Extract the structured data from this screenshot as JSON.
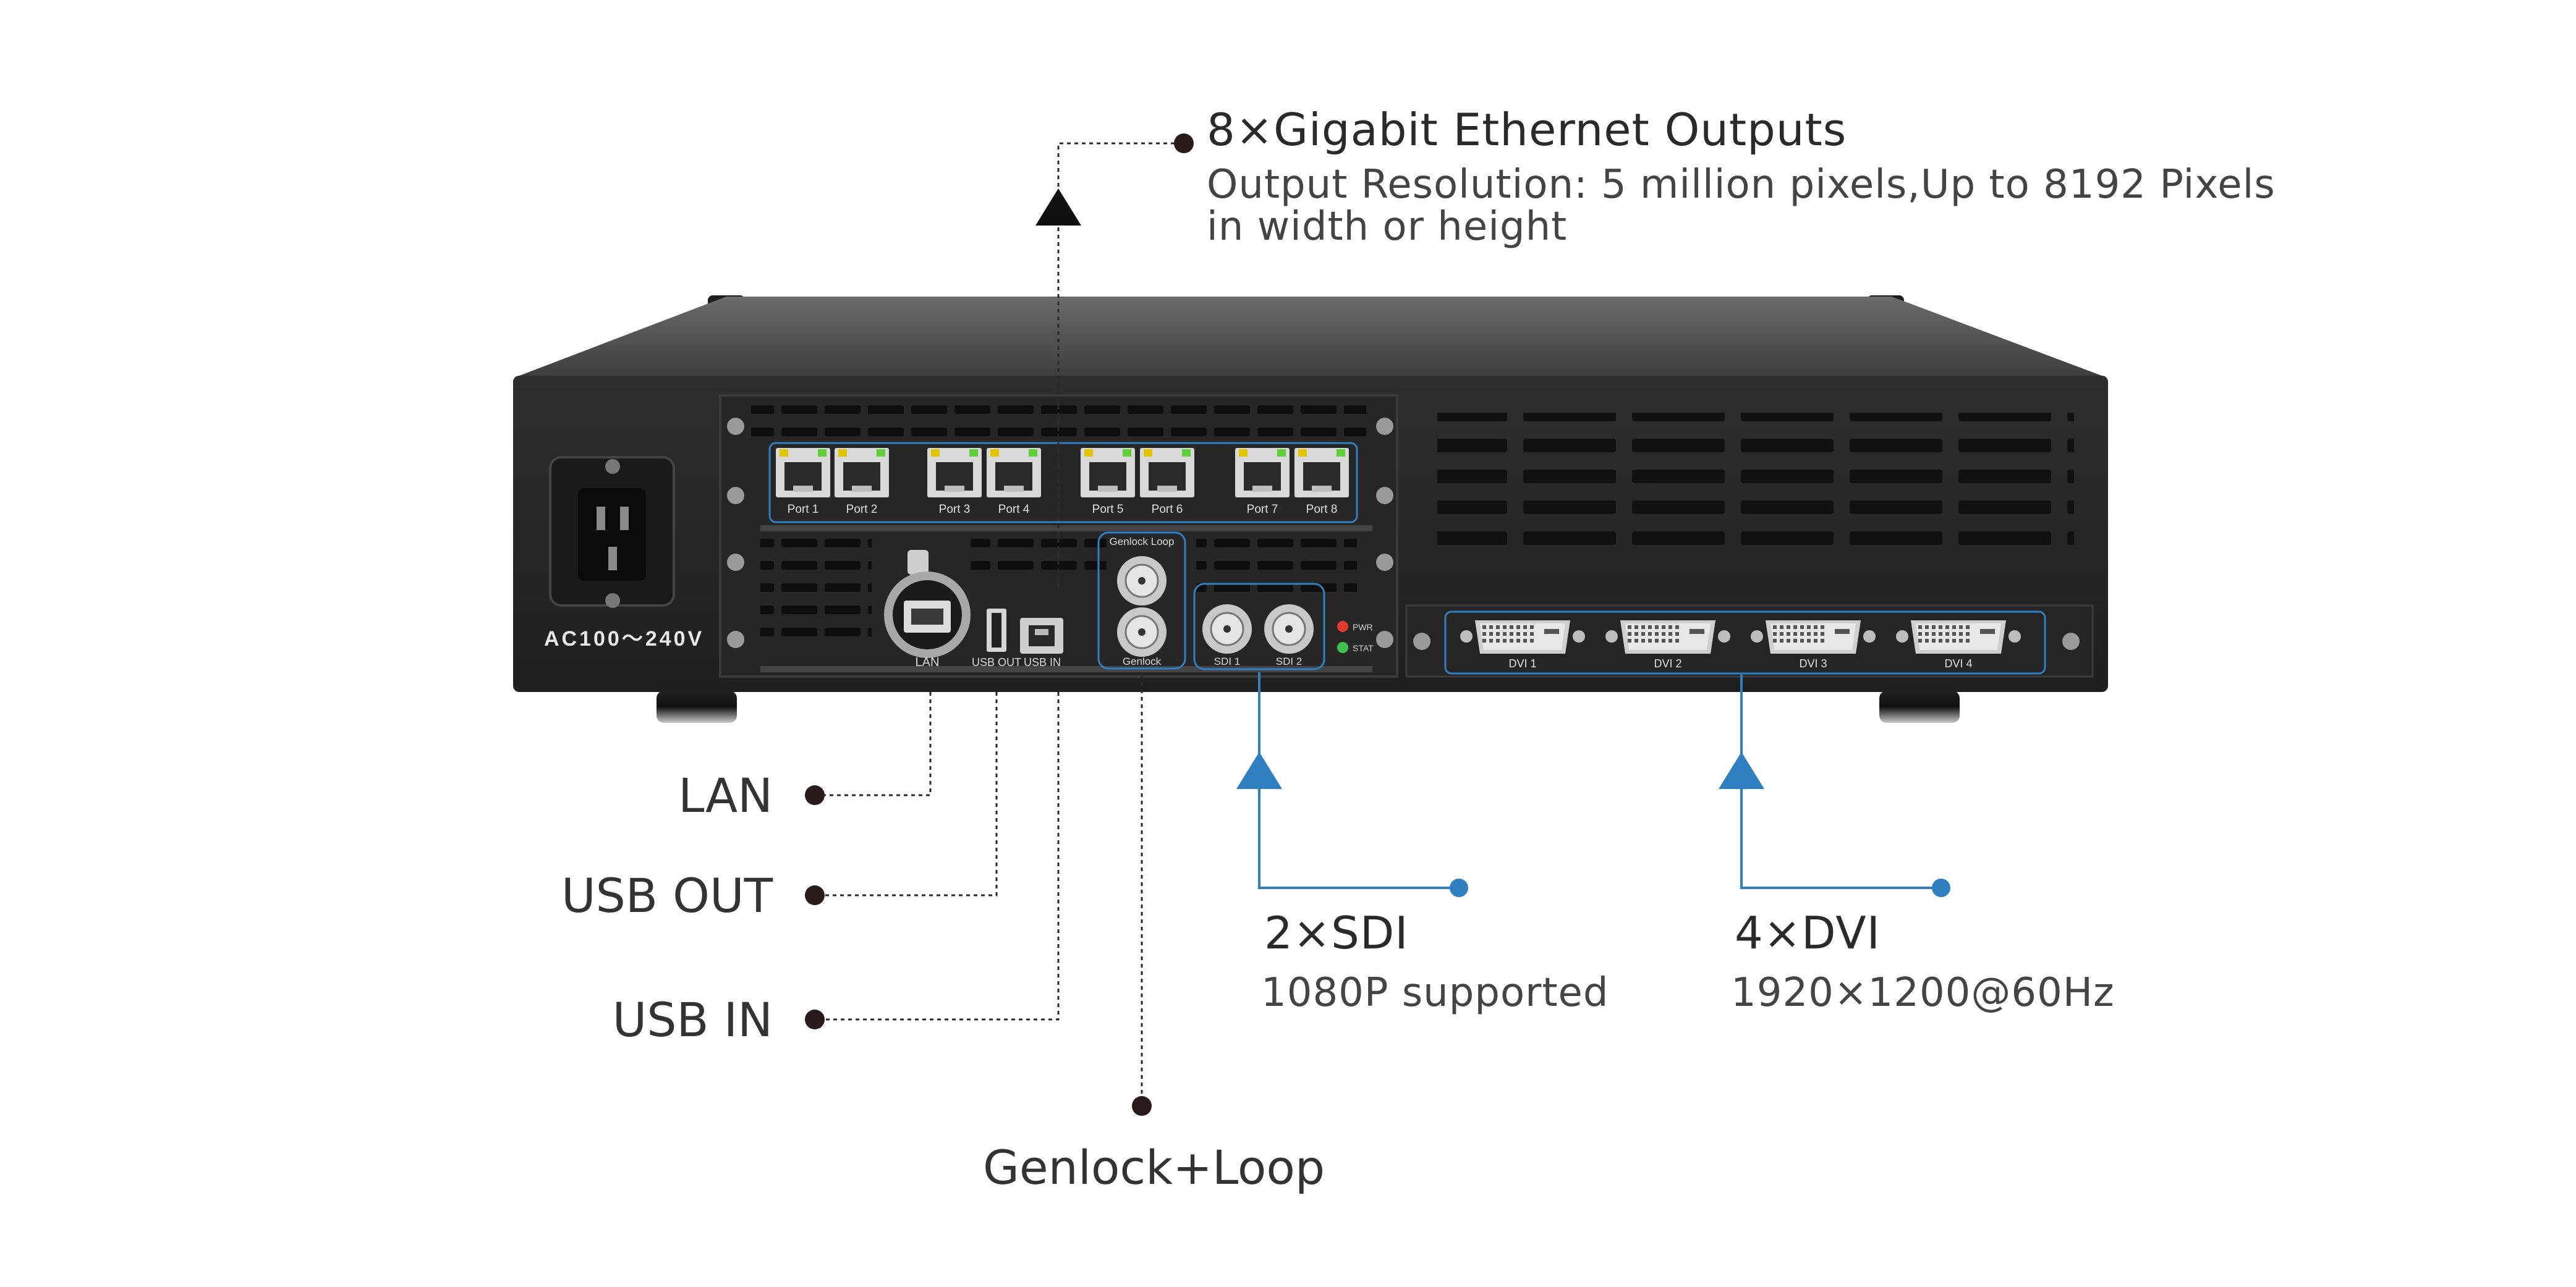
{
  "callouts": {
    "ethernet": {
      "title": "8×Gigabit Ethernet Outputs",
      "line1": "Output Resolution: 5 million pixels,Up to 8192 Pixels",
      "line2": "in width or height"
    },
    "lan": "LAN",
    "usb_out": "USB OUT",
    "usb_in": "USB IN",
    "genlock": "Genlock+Loop",
    "sdi": {
      "title": "2×SDI",
      "sub": "1080P supported"
    },
    "dvi": {
      "title": "4×DVI",
      "sub": "1920×1200@60Hz"
    }
  },
  "device": {
    "power_label": "AC100～240V",
    "ports": [
      "Port 1",
      "Port 2",
      "Port 3",
      "Port 4",
      "Port 5",
      "Port 6",
      "Port 7",
      "Port 8"
    ],
    "lan_label": "LAN",
    "usb_out_label": "USB OUT",
    "usb_in_label": "USB IN",
    "genlock_loop_label": "Genlock Loop",
    "genlock_label": "Genlock",
    "sdi_labels": [
      "SDI 1",
      "SDI 2"
    ],
    "led_labels": [
      "PWR",
      "STAT"
    ],
    "dvi_labels": [
      "DVI 1",
      "DVI 2",
      "DVI 3",
      "DVI 4"
    ]
  },
  "colors": {
    "chassis": "#2b2b2b",
    "chassis_top": "#5a5a5a",
    "accent_blue": "#2f7fc1",
    "leader_dark": "#2a2a2a",
    "led_red": "#e23b2e",
    "led_green": "#3cc24a"
  }
}
